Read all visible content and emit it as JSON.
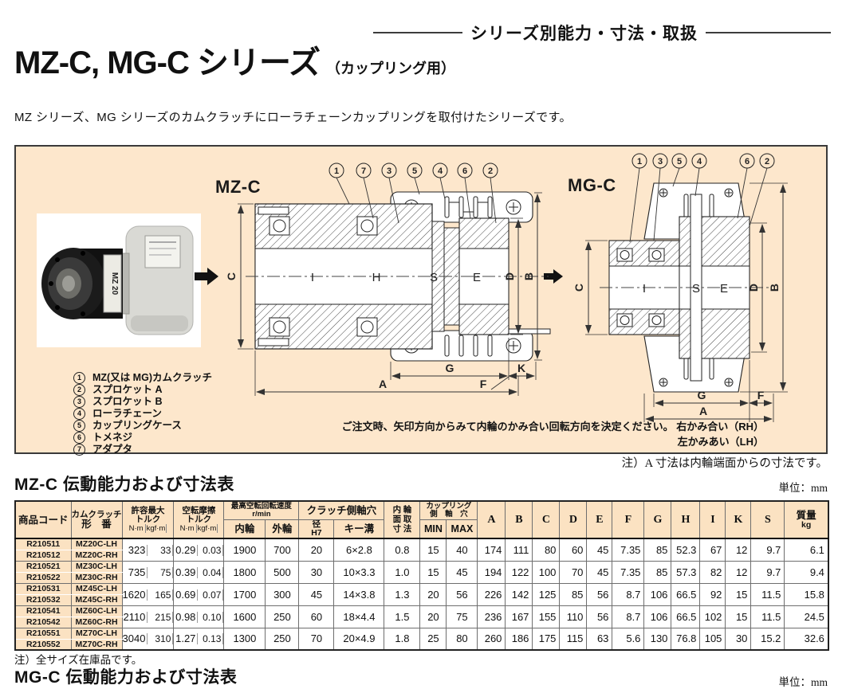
{
  "page": {
    "rule_label": "シリーズ別能力・寸法・取扱",
    "title": "MZ-C, MG-C シリーズ",
    "title_suffix": "（カップリング用）",
    "intro": "MZ シリーズ、MG シリーズのカムクラッチにローラチェーンカップリングを取付けたシリーズです。",
    "note_a": "注）A 寸法は内輪端面からの寸法です。",
    "unit_mm": "単位：mm",
    "stock_note": "注）全サイズ在庫品です。",
    "mgc_table_title": "MG-C 伝動能力および寸法表"
  },
  "diagram": {
    "mzc_label": "MZ-C",
    "mgc_label": "MG-C",
    "photo_label": "MZ 20",
    "mzc_callouts": [
      "1",
      "7",
      "3",
      "5",
      "4",
      "6",
      "2"
    ],
    "mgc_callouts": [
      "1",
      "3",
      "5",
      "4",
      "6",
      "2"
    ],
    "mzc_dims": {
      "C": "C",
      "I": "I",
      "H": "H",
      "S": "S",
      "E": "E",
      "D": "D",
      "B": "B",
      "G": "G",
      "K": "K",
      "A": "A",
      "F": "F"
    },
    "mgc_dims": {
      "C": "C",
      "I": "I",
      "S": "S",
      "E": "E",
      "D": "D",
      "B": "B",
      "G": "G",
      "F": "F",
      "A": "A"
    },
    "legend": [
      {
        "num": "1",
        "label": "MZ(又は MG)カムクラッチ"
      },
      {
        "num": "2",
        "label": "スプロケット A"
      },
      {
        "num": "3",
        "label": "スプロケット B"
      },
      {
        "num": "4",
        "label": "ローラチェーン"
      },
      {
        "num": "5",
        "label": "カップリングケース"
      },
      {
        "num": "6",
        "label": "トメネジ"
      },
      {
        "num": "7",
        "label": "アダプタ"
      }
    ],
    "order_note_line1": "ご注文時、矢印方向からみて内輪のかみ合い回転方向を決定ください。 右かみ合い（RH）",
    "order_note_line2": "左かみあい（LH）"
  },
  "mzc_table": {
    "title": "MZ-C 伝動能力および寸法表",
    "h": {
      "code": "商品コード",
      "model1": "カムクラッチ",
      "model2": "形　番",
      "tq1": "許容最大",
      "tq2": "トルク",
      "dr1": "空転摩擦",
      "dr2": "トルク",
      "nm": "N·m",
      "kgf": "kgf·m",
      "rpm1": "最高空転回転速度",
      "rpm2": "r/min",
      "inner": "内輪",
      "outer": "外輪",
      "bore_group": "クラッチ側軸穴",
      "dia1": "径",
      "dia2": "H7",
      "key": "キー溝",
      "chamfer": "内 輪\n面 取\n寸 法",
      "cpl1": "カップリング",
      "cpl2": "側　軸　穴",
      "min": "MIN",
      "max": "MAX",
      "dims": [
        "A",
        "B",
        "C",
        "D",
        "E",
        "F",
        "G",
        "H",
        "I",
        "K",
        "S"
      ],
      "mass1": "質量",
      "mass2": "kg"
    },
    "rows": [
      {
        "codes": [
          "R210511",
          "R210512"
        ],
        "models": [
          "MZ20C-LH",
          "MZ20C-RH"
        ],
        "tq_nm": "323",
        "tq_kgf": "33",
        "dr_nm": "0.29",
        "dr_kgf": "0.03",
        "rpm_in": "1900",
        "rpm_out": "700",
        "bore": "20",
        "key": "6×2.8",
        "chamfer": "0.8",
        "min": "15",
        "max": "40",
        "A": "174",
        "B": "111",
        "C": "80",
        "D": "60",
        "E": "45",
        "F": "7.35",
        "G": "85",
        "H": "52.3",
        "I": "67",
        "K": "12",
        "S": "9.7",
        "mass": "6.1"
      },
      {
        "codes": [
          "R210521",
          "R210522"
        ],
        "models": [
          "MZ30C-LH",
          "MZ30C-RH"
        ],
        "tq_nm": "735",
        "tq_kgf": "75",
        "dr_nm": "0.39",
        "dr_kgf": "0.04",
        "rpm_in": "1800",
        "rpm_out": "500",
        "bore": "30",
        "key": "10×3.3",
        "chamfer": "1.0",
        "min": "15",
        "max": "45",
        "A": "194",
        "B": "122",
        "C": "100",
        "D": "70",
        "E": "45",
        "F": "7.35",
        "G": "85",
        "H": "57.3",
        "I": "82",
        "K": "12",
        "S": "9.7",
        "mass": "9.4"
      },
      {
        "codes": [
          "R210531",
          "R210532"
        ],
        "models": [
          "MZ45C-LH",
          "MZ45C-RH"
        ],
        "tq_nm": "1620",
        "tq_kgf": "165",
        "dr_nm": "0.69",
        "dr_kgf": "0.07",
        "rpm_in": "1700",
        "rpm_out": "300",
        "bore": "45",
        "key": "14×3.8",
        "chamfer": "1.3",
        "min": "20",
        "max": "56",
        "A": "226",
        "B": "142",
        "C": "125",
        "D": "85",
        "E": "56",
        "F": "8.7",
        "G": "106",
        "H": "66.5",
        "I": "92",
        "K": "15",
        "S": "11.5",
        "mass": "15.8"
      },
      {
        "codes": [
          "R210541",
          "R210542"
        ],
        "models": [
          "MZ60C-LH",
          "MZ60C-RH"
        ],
        "tq_nm": "2110",
        "tq_kgf": "215",
        "dr_nm": "0.98",
        "dr_kgf": "0.10",
        "rpm_in": "1600",
        "rpm_out": "250",
        "bore": "60",
        "key": "18×4.4",
        "chamfer": "1.5",
        "min": "20",
        "max": "75",
        "A": "236",
        "B": "167",
        "C": "155",
        "D": "110",
        "E": "56",
        "F": "8.7",
        "G": "106",
        "H": "66.5",
        "I": "102",
        "K": "15",
        "S": "11.5",
        "mass": "24.5"
      },
      {
        "codes": [
          "R210551",
          "R210552"
        ],
        "models": [
          "MZ70C-LH",
          "MZ70C-RH"
        ],
        "tq_nm": "3040",
        "tq_kgf": "310",
        "dr_nm": "1.27",
        "dr_kgf": "0.13",
        "rpm_in": "1300",
        "rpm_out": "250",
        "bore": "70",
        "key": "20×4.9",
        "chamfer": "1.8",
        "min": "25",
        "max": "80",
        "A": "260",
        "B": "186",
        "C": "175",
        "D": "115",
        "E": "63",
        "F": "5.6",
        "G": "130",
        "H": "76.8",
        "I": "105",
        "K": "30",
        "S": "15.2",
        "mass": "32.6"
      }
    ]
  }
}
